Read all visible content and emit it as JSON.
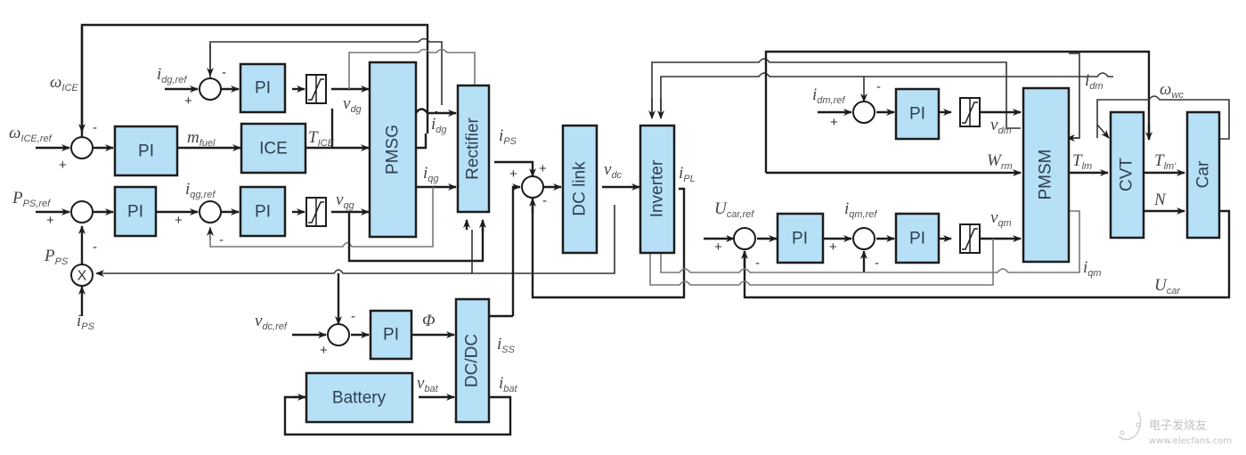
{
  "title": "Hybrid electric vehicle power system control block diagram",
  "blocks": {
    "pi_speed": "PI",
    "ice": "ICE",
    "pi_idg": "PI",
    "pmsg": "PMSG",
    "rectifier": "Rectifier",
    "pi_power": "PI",
    "pi_iqg": "PI",
    "dc_link": "DC link",
    "inverter": "Inverter",
    "pi_vdc": "PI",
    "dcdc": "DC/DC",
    "battery": "Battery",
    "pi_idm": "PI",
    "pi_ucar": "PI",
    "pi_iqm": "PI",
    "pmsm": "PMSM",
    "cvt": "CVT",
    "car": "Car",
    "multiplier": "X"
  },
  "signals": {
    "omega_ice": {
      "main": "ω",
      "sub": "ICE"
    },
    "omega_ice_ref": {
      "main": "ω",
      "sub": "ICE,ref"
    },
    "idg_ref": {
      "main": "i",
      "sub": "dg,ref"
    },
    "m_fuel": {
      "main": "m",
      "sub": "fuel"
    },
    "t_ice": {
      "main": "T",
      "sub": "ICE"
    },
    "vdg": {
      "main": "v",
      "sub": "dg"
    },
    "idg": {
      "main": "i",
      "sub": "dg"
    },
    "iqg": {
      "main": "i",
      "sub": "qg"
    },
    "vqg": {
      "main": "v",
      "sub": "qg"
    },
    "iqg_ref": {
      "main": "i",
      "sub": "qg,ref"
    },
    "pps_ref": {
      "main": "P",
      "sub": "PS,ref"
    },
    "pps": {
      "main": "P",
      "sub": "PS"
    },
    "ips_in": {
      "main": "i",
      "sub": "PS"
    },
    "ips": {
      "main": "i",
      "sub": "PS"
    },
    "vdc": {
      "main": "v",
      "sub": "dc"
    },
    "ipl": {
      "main": "i",
      "sub": "PL"
    },
    "vdc_ref": {
      "main": "v",
      "sub": "dc,ref"
    },
    "phi": {
      "main": "Φ",
      "sub": ""
    },
    "iss": {
      "main": "i",
      "sub": "SS"
    },
    "vbat": {
      "main": "v",
      "sub": "bat"
    },
    "ibat": {
      "main": "i",
      "sub": "bat"
    },
    "idm_ref": {
      "main": "i",
      "sub": "dm,ref"
    },
    "idm": {
      "main": "i",
      "sub": "dm"
    },
    "vdm": {
      "main": "v",
      "sub": "dm"
    },
    "wrm": {
      "main": "W",
      "sub": "rm"
    },
    "ucar_ref": {
      "main": "U",
      "sub": "car,ref"
    },
    "iqm_ref": {
      "main": "i",
      "sub": "qm,ref"
    },
    "vqm": {
      "main": "v",
      "sub": "qm"
    },
    "iqm": {
      "main": "i",
      "sub": "qm"
    },
    "tlm": {
      "main": "T",
      "sub": "lm"
    },
    "tlm_prime": {
      "main": "T",
      "sub": "lm'"
    },
    "n": {
      "main": "N",
      "sub": ""
    },
    "omega_wc": {
      "main": "ω",
      "sub": "wc"
    },
    "ucar": {
      "main": "U",
      "sub": "car"
    }
  },
  "signs": {
    "plus": "+",
    "minus": "-"
  },
  "watermark": {
    "brand": "电子发烧友",
    "url": "www.elecfans.com"
  }
}
